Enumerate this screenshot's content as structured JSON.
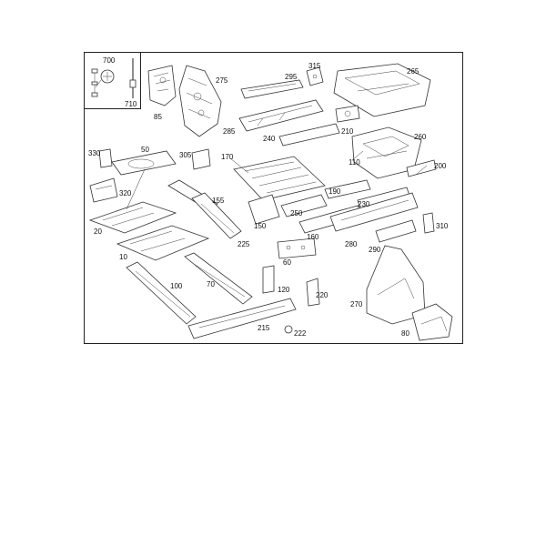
{
  "diagram": {
    "labels": [
      {
        "id": "700",
        "text": "700"
      },
      {
        "id": "710",
        "text": "710"
      },
      {
        "id": "85",
        "text": "85"
      },
      {
        "id": "275",
        "text": "275"
      },
      {
        "id": "295",
        "text": "295"
      },
      {
        "id": "315",
        "text": "315"
      },
      {
        "id": "265",
        "text": "265"
      },
      {
        "id": "285",
        "text": "285"
      },
      {
        "id": "240",
        "text": "240"
      },
      {
        "id": "210",
        "text": "210"
      },
      {
        "id": "260",
        "text": "260"
      },
      {
        "id": "330",
        "text": "330"
      },
      {
        "id": "50",
        "text": "50"
      },
      {
        "id": "305",
        "text": "305"
      },
      {
        "id": "170",
        "text": "170"
      },
      {
        "id": "110",
        "text": "110"
      },
      {
        "id": "200",
        "text": "200"
      },
      {
        "id": "320",
        "text": "320"
      },
      {
        "id": "155",
        "text": "155"
      },
      {
        "id": "190",
        "text": "190"
      },
      {
        "id": "230",
        "text": "230"
      },
      {
        "id": "20",
        "text": "20"
      },
      {
        "id": "150",
        "text": "150"
      },
      {
        "id": "250",
        "text": "250"
      },
      {
        "id": "160",
        "text": "160"
      },
      {
        "id": "310",
        "text": "310"
      },
      {
        "id": "225",
        "text": "225"
      },
      {
        "id": "280",
        "text": "280"
      },
      {
        "id": "290",
        "text": "290"
      },
      {
        "id": "10",
        "text": "10"
      },
      {
        "id": "60",
        "text": "60"
      },
      {
        "id": "100",
        "text": "100"
      },
      {
        "id": "70",
        "text": "70"
      },
      {
        "id": "120",
        "text": "120"
      },
      {
        "id": "220",
        "text": "220"
      },
      {
        "id": "270",
        "text": "270"
      },
      {
        "id": "215",
        "text": "215"
      },
      {
        "id": "222",
        "text": "222"
      },
      {
        "id": "80",
        "text": "80"
      }
    ]
  }
}
